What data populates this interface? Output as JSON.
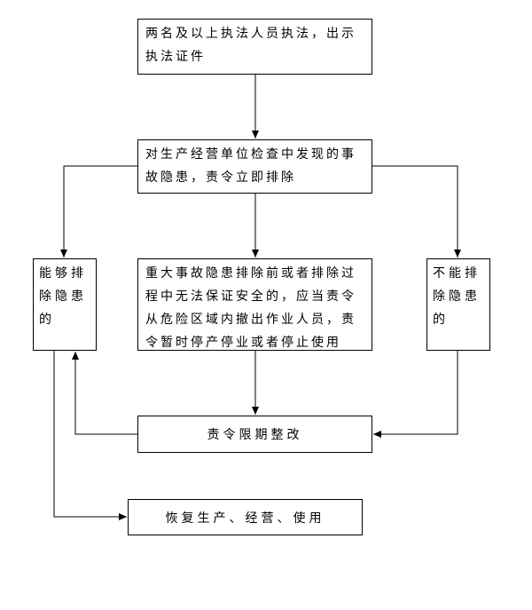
{
  "nodes": [
    {
      "id": "box-1",
      "text": "两名及以上执法人员执法，出示执法证件"
    },
    {
      "id": "box-2",
      "text": "对生产经营单位检查中发现的事故隐患，责令立即排除"
    },
    {
      "id": "box-3",
      "text": "能够排除隐患的"
    },
    {
      "id": "box-4",
      "text": "重大事故隐患排除前或者排除过程中无法保证安全的，应当责令从危险区域内撤出作业人员，责令暂时停产停业或者停止使用"
    },
    {
      "id": "box-5",
      "text": "不能排除隐患的"
    },
    {
      "id": "box-6",
      "text": "责令限期整改"
    },
    {
      "id": "box-7",
      "text": "恢复生产、经营、使用"
    }
  ],
  "edges": [
    {
      "from": "box-1",
      "to": "box-2"
    },
    {
      "from": "box-2",
      "to": "box-3"
    },
    {
      "from": "box-2",
      "to": "box-4"
    },
    {
      "from": "box-2",
      "to": "box-5"
    },
    {
      "from": "box-4",
      "to": "box-6"
    },
    {
      "from": "box-5",
      "to": "box-6"
    },
    {
      "from": "box-6",
      "to": "box-3"
    },
    {
      "from": "box-3",
      "to": "box-7"
    }
  ],
  "colors": {
    "line": "#000000",
    "box_border": "#000000",
    "background": "#ffffff"
  }
}
